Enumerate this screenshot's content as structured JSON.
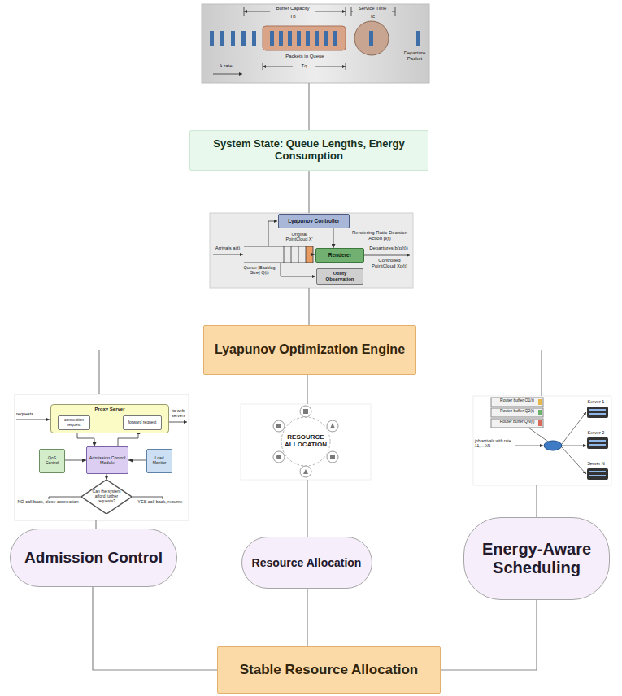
{
  "diagram": {
    "nodes": [
      {
        "text": [
          "Buffer Capacity",
          "Tb",
          "Service Time",
          "Tc",
          "Departure Packet",
          "λ rate",
          "Tq",
          "Packets in Queue"
        ]
      },
      {
        "text": [
          "System State: Queue Lengths, Energy Consumption"
        ]
      },
      {
        "text": [
          "Arrivals a(t)",
          "Original PointCloud X'",
          "Rendering Ratio Decision Action p(t)",
          "Departures b(p(t))",
          "Controlled PointCloud Xp(t)",
          "Queue [Backlog Size] Q(t)"
        ]
      },
      {
        "text": [
          "Lyapunov Controller"
        ],
        "in": 2
      },
      {
        "text": [
          "Renderer"
        ],
        "in": 2
      },
      {
        "text": [
          "Utility Observation"
        ],
        "in": 2
      },
      {
        "text": [
          "Lyapunov Optimization Engine"
        ]
      },
      {
        "text": [
          "requests",
          "to web servers",
          "NO call back, close connection",
          "YES call back, resume"
        ]
      },
      {
        "text": [
          "Proxy Server"
        ],
        "in": 7
      },
      {
        "text": [
          "connection request"
        ],
        "in": 8
      },
      {
        "text": [
          "forward request"
        ],
        "in": 8
      },
      {
        "text": [
          "QoS Control"
        ],
        "in": 7
      },
      {
        "text": [
          "Admission Control Module"
        ],
        "in": 7
      },
      {
        "text": [
          "Load Monitor"
        ],
        "in": 7
      },
      {
        "text": [
          "Can the system afford further requests?"
        ],
        "in": 7
      },
      {
        "text": [
          "RESOURCE ALLOCATION"
        ]
      },
      {
        "text": [
          "Router buffer Q1(t)",
          "Router buffer Q2(t)",
          "Router buffer QN(t)",
          "job arrivals with rate λ1,…,λN",
          "Server 1",
          "Server 2",
          "Server N"
        ]
      },
      {
        "text": [
          "Admission Control"
        ]
      },
      {
        "text": [
          "Resource Allocation"
        ]
      },
      {
        "text": [
          "Energy-Aware Scheduling"
        ]
      },
      {
        "text": [
          "Stable Resource Allocation"
        ]
      }
    ],
    "edges": [
      {
        "from": 0,
        "to": 1,
        "arrow": "none"
      },
      {
        "from": 1,
        "to": 2,
        "arrow": "none"
      },
      {
        "from": 2,
        "to": 6,
        "arrow": "none"
      },
      {
        "from": 6,
        "to": 7,
        "arrow": "none"
      },
      {
        "from": 6,
        "to": 15,
        "arrow": "none"
      },
      {
        "from": 6,
        "to": 16,
        "arrow": "none"
      },
      {
        "from": 7,
        "to": 17,
        "arrow": "none"
      },
      {
        "from": 15,
        "to": 18,
        "arrow": "none"
      },
      {
        "from": 16,
        "to": 19,
        "arrow": "none"
      },
      {
        "from": 17,
        "to": 20,
        "arrow": "none"
      },
      {
        "from": 18,
        "to": 20,
        "arrow": "none"
      },
      {
        "from": 19,
        "to": 20,
        "arrow": "none"
      },
      {
        "from": 3,
        "to": 4,
        "arrow": "to"
      },
      {
        "from": 9,
        "to": 10,
        "arrow": "to"
      },
      {
        "from": 9,
        "to": 12,
        "arrow": "to"
      },
      {
        "from": 12,
        "to": 10,
        "arrow": "to"
      },
      {
        "from": 11,
        "to": 12,
        "arrow": "to"
      },
      {
        "from": 13,
        "to": 12,
        "arrow": "to"
      },
      {
        "from": 12,
        "to": 14,
        "arrow": "to"
      }
    ]
  }
}
